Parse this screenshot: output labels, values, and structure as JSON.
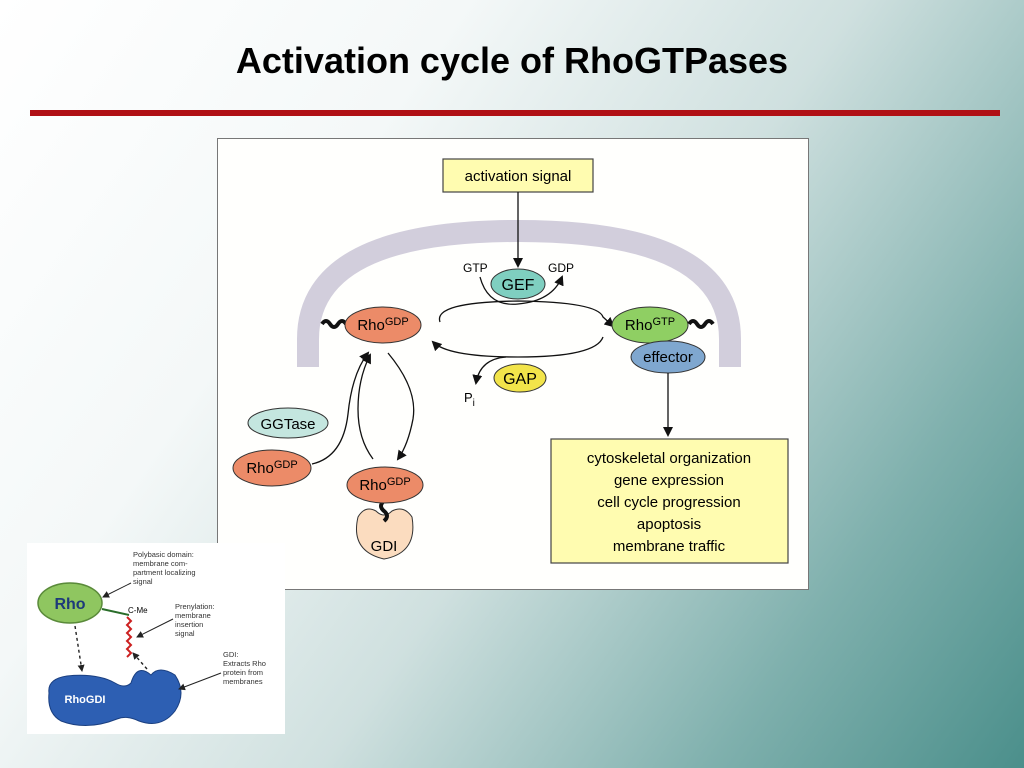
{
  "slide": {
    "title": "Activation cycle of RhoGTPases",
    "accent_color": "#b01015"
  },
  "diagram": {
    "activation_signal": "activation signal",
    "gtp": "GTP",
    "gdp": "GDP",
    "gef": "GEF",
    "gap": "GAP",
    "pi": "P",
    "pi_sub": "i",
    "rho": "Rho",
    "sup_gdp": "GDP",
    "sup_gtp": "GTP",
    "effector": "effector",
    "ggtase": "GGTase",
    "gdi": "GDI",
    "outcomes": [
      "cytoskeletal organization",
      "gene expression",
      "cell cycle progression",
      "apoptosis",
      "membrane traffic"
    ],
    "colors": {
      "rho_gdp": "#ec8b68",
      "rho_gtp": "#8fcf63",
      "gef": "#7fcfc0",
      "gap": "#f2e44a",
      "effector": "#7fa7cf",
      "ggtase": "#c4e6df",
      "gdi": "#fbdcbf",
      "signal_box": "#fffcb0",
      "membrane": "#d2cedc"
    }
  },
  "inset": {
    "rho": "Rho",
    "rhogdi": "RhoGDI",
    "cme": "C-Me",
    "polybasic": [
      "Polybasic domain:",
      "membrane com-",
      "partment localizing",
      "signal"
    ],
    "prenylation": [
      "Prenylation:",
      "membrane",
      "insertion",
      "signal"
    ],
    "gdi_note": [
      "GDI:",
      "Extracts Rho",
      "protein from",
      "membranes"
    ],
    "colors": {
      "rho": "#8fc660",
      "rhogdi": "#2d5fb3",
      "prenyl": "#cc2020"
    }
  }
}
